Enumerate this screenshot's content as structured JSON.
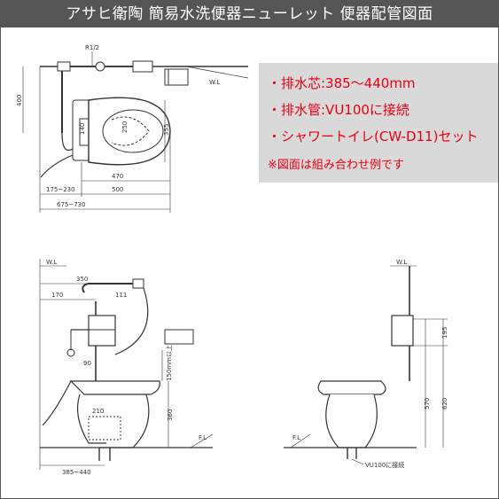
{
  "header": {
    "title": "アサヒ衛陶 簡易水洗便器ニューレット 便器配管図面"
  },
  "notes": [
    "・排水芯:385～440mm",
    "・排水管:VU100に接続",
    "・シャワートイレ(CW-D11)セット",
    "※図面は組み合わせ例です"
  ],
  "dimensions": {
    "top_view": {
      "thread": "R1/2",
      "wall": "W.L",
      "depth_400": "400",
      "d140": "140",
      "d250": "250",
      "d355": "355",
      "d470": "470",
      "d500": "500",
      "d175_230": "175~230",
      "d675_730": "675~730"
    },
    "side_view": {
      "wall": "W.L",
      "d350": "350",
      "d170": "170",
      "d111": "111",
      "d90": "90",
      "d150": "150mm以上",
      "d210": "210",
      "d360": "360",
      "floor": "F.L",
      "d385_440": "385~440"
    },
    "front_view": {
      "wall": "W.L",
      "d195": "195",
      "d570": "570",
      "d620": "620",
      "floor": "F.L",
      "drain": "VU100に接続"
    }
  },
  "colors": {
    "header_bg": "#555555",
    "note_bg": "#d9d9d9",
    "note_text": "#e60012",
    "line": "#333333"
  }
}
